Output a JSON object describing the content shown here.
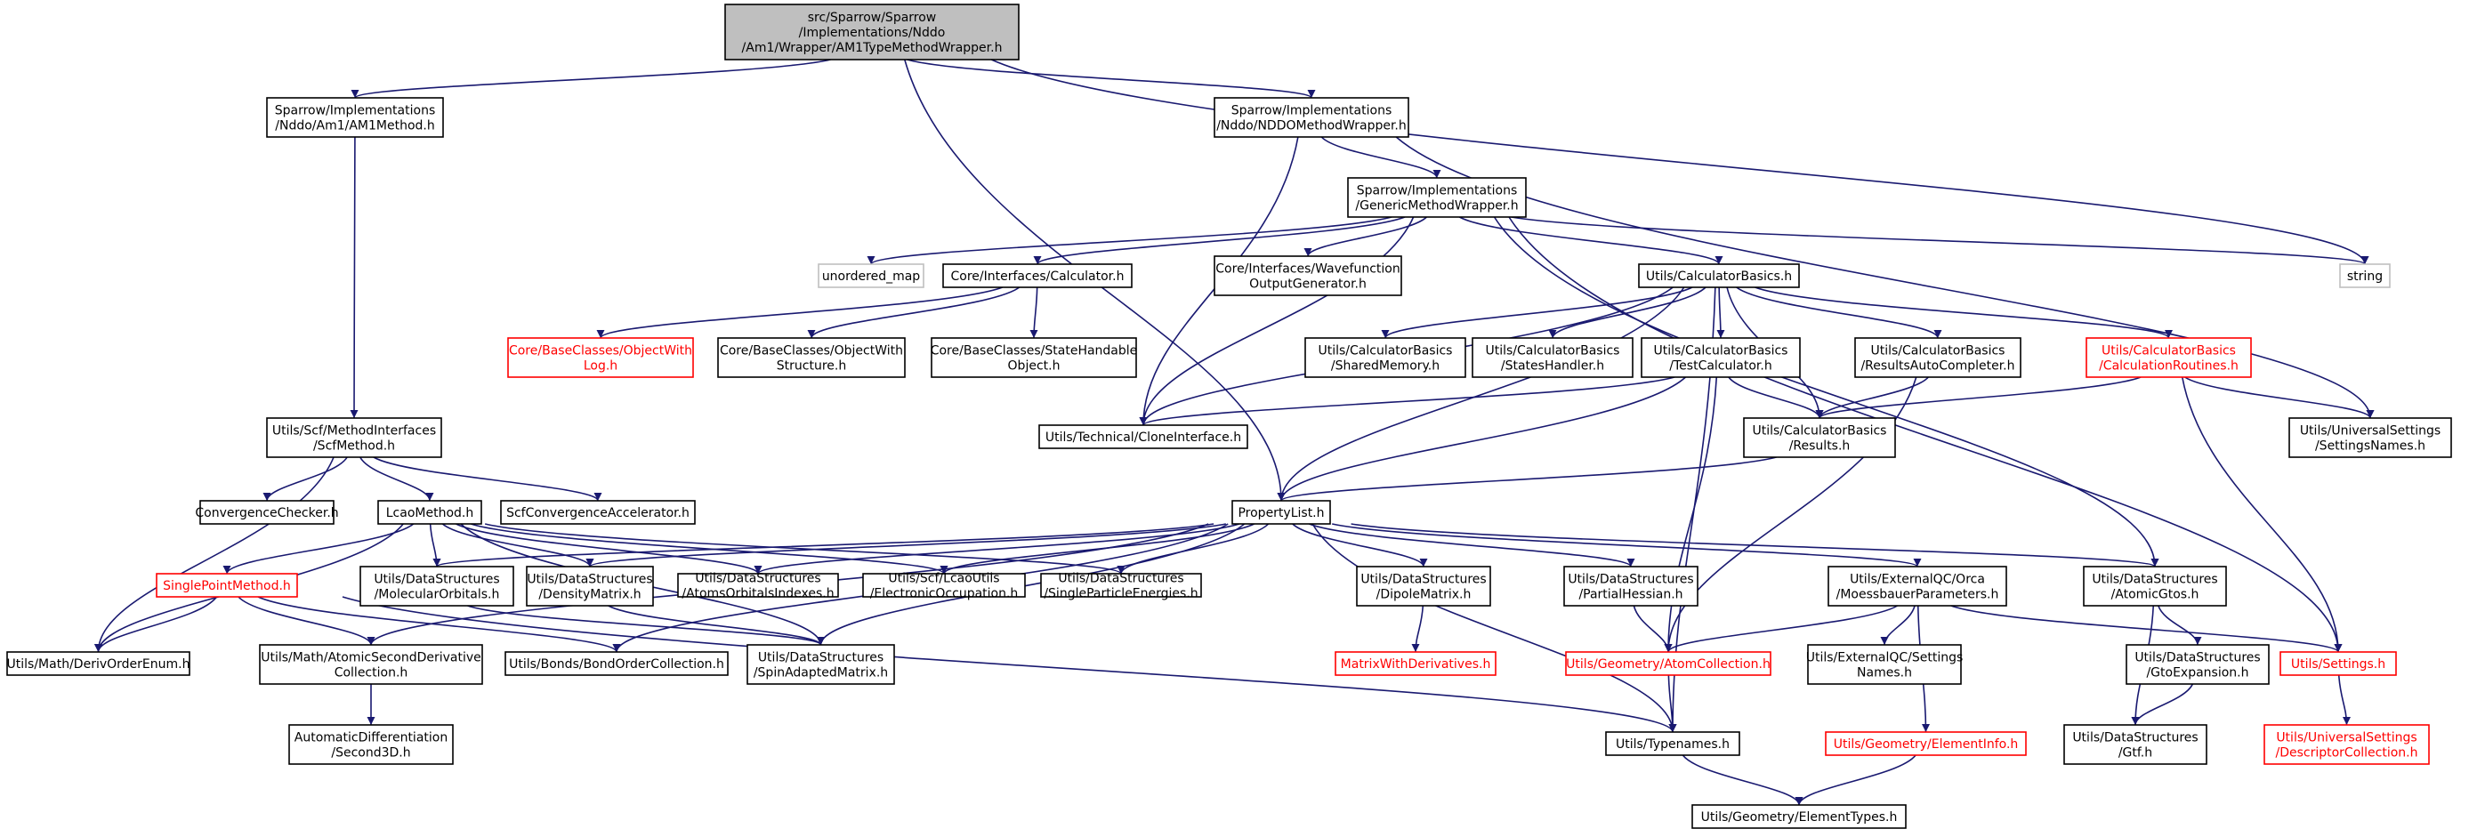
{
  "diagram": {
    "type": "include-dependency-graph",
    "colors": {
      "edge": "#191970",
      "root_fill": "#bfbfbf",
      "red_border": "#ff0000",
      "external_border": "#bfbfbf"
    },
    "nodes": [
      {
        "id": "root",
        "lines": [
          "src/Sparrow/Sparrow",
          "/Implementations/Nddo",
          "/Am1/Wrapper/AM1TypeMethodWrapper.h"
        ],
        "style": "root"
      },
      {
        "id": "am1method",
        "lines": [
          "Sparrow/Implementations",
          "/Nddo/Am1/AM1Method.h"
        ],
        "style": "normal"
      },
      {
        "id": "nddowrapper",
        "lines": [
          "Sparrow/Implementations",
          "/Nddo/NDDOMethodWrapper.h"
        ],
        "style": "normal"
      },
      {
        "id": "genericwrapper",
        "lines": [
          "Sparrow/Implementations",
          "/GenericMethodWrapper.h"
        ],
        "style": "normal"
      },
      {
        "id": "unordered_map",
        "lines": [
          "unordered_map"
        ],
        "style": "gray"
      },
      {
        "id": "string",
        "lines": [
          "string"
        ],
        "style": "gray"
      },
      {
        "id": "calculator",
        "lines": [
          "Core/Interfaces/Calculator.h"
        ],
        "style": "normal"
      },
      {
        "id": "wavefunction",
        "lines": [
          "Core/Interfaces/Wavefunction",
          "OutputGenerator.h"
        ],
        "style": "normal"
      },
      {
        "id": "calcbasics",
        "lines": [
          "Utils/CalculatorBasics.h"
        ],
        "style": "normal"
      },
      {
        "id": "objlog",
        "lines": [
          "Core/BaseClasses/ObjectWith",
          "Log.h"
        ],
        "style": "red"
      },
      {
        "id": "objstruct",
        "lines": [
          "Core/BaseClasses/ObjectWith",
          "Structure.h"
        ],
        "style": "normal"
      },
      {
        "id": "statehandable",
        "lines": [
          "Core/BaseClasses/StateHandable",
          "Object.h"
        ],
        "style": "normal"
      },
      {
        "id": "sharedmem",
        "lines": [
          "Utils/CalculatorBasics",
          "/SharedMemory.h"
        ],
        "style": "normal"
      },
      {
        "id": "stateshandler",
        "lines": [
          "Utils/CalculatorBasics",
          "/StatesHandler.h"
        ],
        "style": "normal"
      },
      {
        "id": "testcalc",
        "lines": [
          "Utils/CalculatorBasics",
          "/TestCalculator.h"
        ],
        "style": "normal"
      },
      {
        "id": "resultsauto",
        "lines": [
          "Utils/CalculatorBasics",
          "/ResultsAutoCompleter.h"
        ],
        "style": "normal"
      },
      {
        "id": "calcroutines",
        "lines": [
          "Utils/CalculatorBasics",
          "/CalculationRoutines.h"
        ],
        "style": "red"
      },
      {
        "id": "cloneif",
        "lines": [
          "Utils/Technical/CloneInterface.h"
        ],
        "style": "normal"
      },
      {
        "id": "results",
        "lines": [
          "Utils/CalculatorBasics",
          "/Results.h"
        ],
        "style": "normal"
      },
      {
        "id": "settingsnames",
        "lines": [
          "Utils/UniversalSettings",
          "/SettingsNames.h"
        ],
        "style": "normal"
      },
      {
        "id": "scfmethod",
        "lines": [
          "Utils/Scf/MethodInterfaces",
          "/ScfMethod.h"
        ],
        "style": "normal"
      },
      {
        "id": "convchecker",
        "lines": [
          "ConvergenceChecker.h"
        ],
        "style": "normal"
      },
      {
        "id": "lcaomethod",
        "lines": [
          "LcaoMethod.h"
        ],
        "style": "normal"
      },
      {
        "id": "scfaccel",
        "lines": [
          "ScfConvergenceAccelerator.h"
        ],
        "style": "normal"
      },
      {
        "id": "propertylist",
        "lines": [
          "PropertyList.h"
        ],
        "style": "normal"
      },
      {
        "id": "singlepoint",
        "lines": [
          "SinglePointMethod.h"
        ],
        "style": "red"
      },
      {
        "id": "molorb",
        "lines": [
          "Utils/DataStructures",
          "/MolecularOrbitals.h"
        ],
        "style": "normal"
      },
      {
        "id": "densmat",
        "lines": [
          "Utils/DataStructures",
          "/DensityMatrix.h"
        ],
        "style": "normal"
      },
      {
        "id": "atomsorb",
        "lines": [
          "Utils/DataStructures",
          "/AtomsOrbitalsIndexes.h"
        ],
        "style": "normal"
      },
      {
        "id": "electocc",
        "lines": [
          "Utils/Scf/LcaoUtils",
          "/ElectronicOccupation.h"
        ],
        "style": "normal"
      },
      {
        "id": "singlepart",
        "lines": [
          "Utils/DataStructures",
          "/SingleParticleEnergies.h"
        ],
        "style": "normal"
      },
      {
        "id": "dipole",
        "lines": [
          "Utils/DataStructures",
          "/DipoleMatrix.h"
        ],
        "style": "normal"
      },
      {
        "id": "partialhess",
        "lines": [
          "Utils/DataStructures",
          "/PartialHessian.h"
        ],
        "style": "normal"
      },
      {
        "id": "moess",
        "lines": [
          "Utils/ExternalQC/Orca",
          "/MoessbauerParameters.h"
        ],
        "style": "normal"
      },
      {
        "id": "atomicgtos",
        "lines": [
          "Utils/DataStructures",
          "/AtomicGtos.h"
        ],
        "style": "normal"
      },
      {
        "id": "derivorder",
        "lines": [
          "Utils/Math/DerivOrderEnum.h"
        ],
        "style": "normal"
      },
      {
        "id": "atomicsecond",
        "lines": [
          "Utils/Math/AtomicSecondDerivative",
          "Collection.h"
        ],
        "style": "normal"
      },
      {
        "id": "bondorder",
        "lines": [
          "Utils/Bonds/BondOrderCollection.h"
        ],
        "style": "normal"
      },
      {
        "id": "spinadapted",
        "lines": [
          "Utils/DataStructures",
          "/SpinAdaptedMatrix.h"
        ],
        "style": "normal"
      },
      {
        "id": "matrixwd",
        "lines": [
          "MatrixWithDerivatives.h"
        ],
        "style": "red"
      },
      {
        "id": "atomcoll",
        "lines": [
          "Utils/Geometry/AtomCollection.h"
        ],
        "style": "red"
      },
      {
        "id": "settingsqc",
        "lines": [
          "Utils/ExternalQC/Settings",
          "Names.h"
        ],
        "style": "normal"
      },
      {
        "id": "gtoexp",
        "lines": [
          "Utils/DataStructures",
          "/GtoExpansion.h"
        ],
        "style": "normal"
      },
      {
        "id": "settings",
        "lines": [
          "Utils/Settings.h"
        ],
        "style": "red"
      },
      {
        "id": "autodiff",
        "lines": [
          "AutomaticDifferentiation",
          "/Second3D.h"
        ],
        "style": "normal"
      },
      {
        "id": "typenames",
        "lines": [
          "Utils/Typenames.h"
        ],
        "style": "normal"
      },
      {
        "id": "elementinfo",
        "lines": [
          "Utils/Geometry/ElementInfo.h"
        ],
        "style": "red"
      },
      {
        "id": "gtf",
        "lines": [
          "Utils/DataStructures",
          "/Gtf.h"
        ],
        "style": "normal"
      },
      {
        "id": "descriptor",
        "lines": [
          "Utils/UniversalSettings",
          "/DescriptorCollection.h"
        ],
        "style": "red"
      },
      {
        "id": "elementtypes",
        "lines": [
          "Utils/Geometry/ElementTypes.h"
        ],
        "style": "normal"
      }
    ],
    "edges": [
      [
        "root",
        "am1method"
      ],
      [
        "root",
        "nddowrapper"
      ],
      [
        "root",
        "propertylist"
      ],
      [
        "root",
        "string"
      ],
      [
        "am1method",
        "scfmethod"
      ],
      [
        "nddowrapper",
        "genericwrapper"
      ],
      [
        "nddowrapper",
        "cloneif"
      ],
      [
        "nddowrapper",
        "settingsnames"
      ],
      [
        "genericwrapper",
        "unordered_map"
      ],
      [
        "genericwrapper",
        "calculator"
      ],
      [
        "genericwrapper",
        "wavefunction"
      ],
      [
        "genericwrapper",
        "calcbasics"
      ],
      [
        "genericwrapper",
        "cloneif"
      ],
      [
        "genericwrapper",
        "string"
      ],
      [
        "genericwrapper",
        "atomicgtos"
      ],
      [
        "genericwrapper",
        "settings"
      ],
      [
        "calculator",
        "objlog"
      ],
      [
        "calculator",
        "objstruct"
      ],
      [
        "calculator",
        "statehandable"
      ],
      [
        "calcbasics",
        "propertylist"
      ],
      [
        "calcbasics",
        "cloneif"
      ],
      [
        "calcbasics",
        "sharedmem"
      ],
      [
        "calcbasics",
        "stateshandler"
      ],
      [
        "calcbasics",
        "testcalc"
      ],
      [
        "calcbasics",
        "resultsauto"
      ],
      [
        "calcbasics",
        "calcroutines"
      ],
      [
        "calcbasics",
        "results"
      ],
      [
        "calcbasics",
        "typenames"
      ],
      [
        "testcalc",
        "cloneif"
      ],
      [
        "testcalc",
        "results"
      ],
      [
        "testcalc",
        "propertylist"
      ],
      [
        "testcalc",
        "atomcoll"
      ],
      [
        "resultsauto",
        "results"
      ],
      [
        "resultsauto",
        "atomcoll"
      ],
      [
        "calcroutines",
        "results"
      ],
      [
        "calcroutines",
        "settingsnames"
      ],
      [
        "calcroutines",
        "settings"
      ],
      [
        "results",
        "propertylist"
      ],
      [
        "scfmethod",
        "convchecker"
      ],
      [
        "scfmethod",
        "lcaomethod"
      ],
      [
        "scfmethod",
        "scfaccel"
      ],
      [
        "scfmethod",
        "derivorder"
      ],
      [
        "lcaomethod",
        "singlepoint"
      ],
      [
        "lcaomethod",
        "molorb"
      ],
      [
        "lcaomethod",
        "densmat"
      ],
      [
        "lcaomethod",
        "atomsorb"
      ],
      [
        "lcaomethod",
        "electocc"
      ],
      [
        "lcaomethod",
        "singlepart"
      ],
      [
        "lcaomethod",
        "derivorder"
      ],
      [
        "lcaomethod",
        "spinadapted"
      ],
      [
        "singlepoint",
        "derivorder"
      ],
      [
        "singlepoint",
        "atomicsecond"
      ],
      [
        "singlepoint",
        "bondorder"
      ],
      [
        "singlepoint",
        "typenames"
      ],
      [
        "propertylist",
        "molorb"
      ],
      [
        "propertylist",
        "densmat"
      ],
      [
        "propertylist",
        "atomsorb"
      ],
      [
        "propertylist",
        "electocc"
      ],
      [
        "propertylist",
        "singlepart"
      ],
      [
        "propertylist",
        "dipole"
      ],
      [
        "propertylist",
        "partialhess"
      ],
      [
        "propertylist",
        "moess"
      ],
      [
        "propertylist",
        "atomicgtos"
      ],
      [
        "propertylist",
        "atomicsecond"
      ],
      [
        "propertylist",
        "bondorder"
      ],
      [
        "propertylist",
        "spinadapted"
      ],
      [
        "propertylist",
        "typenames"
      ],
      [
        "molorb",
        "spinadapted"
      ],
      [
        "densmat",
        "spinadapted"
      ],
      [
        "dipole",
        "matrixwd"
      ],
      [
        "partialhess",
        "atomcoll"
      ],
      [
        "moess",
        "atomcoll"
      ],
      [
        "moess",
        "settingsqc"
      ],
      [
        "moess",
        "elementinfo"
      ],
      [
        "moess",
        "settings"
      ],
      [
        "atomicgtos",
        "gtoexp"
      ],
      [
        "atomicgtos",
        "gtf"
      ],
      [
        "gtoexp",
        "gtf"
      ],
      [
        "settings",
        "descriptor"
      ],
      [
        "atomicsecond",
        "autodiff"
      ],
      [
        "atomcoll",
        "typenames"
      ],
      [
        "typenames",
        "elementtypes"
      ],
      [
        "elementinfo",
        "elementtypes"
      ]
    ]
  }
}
